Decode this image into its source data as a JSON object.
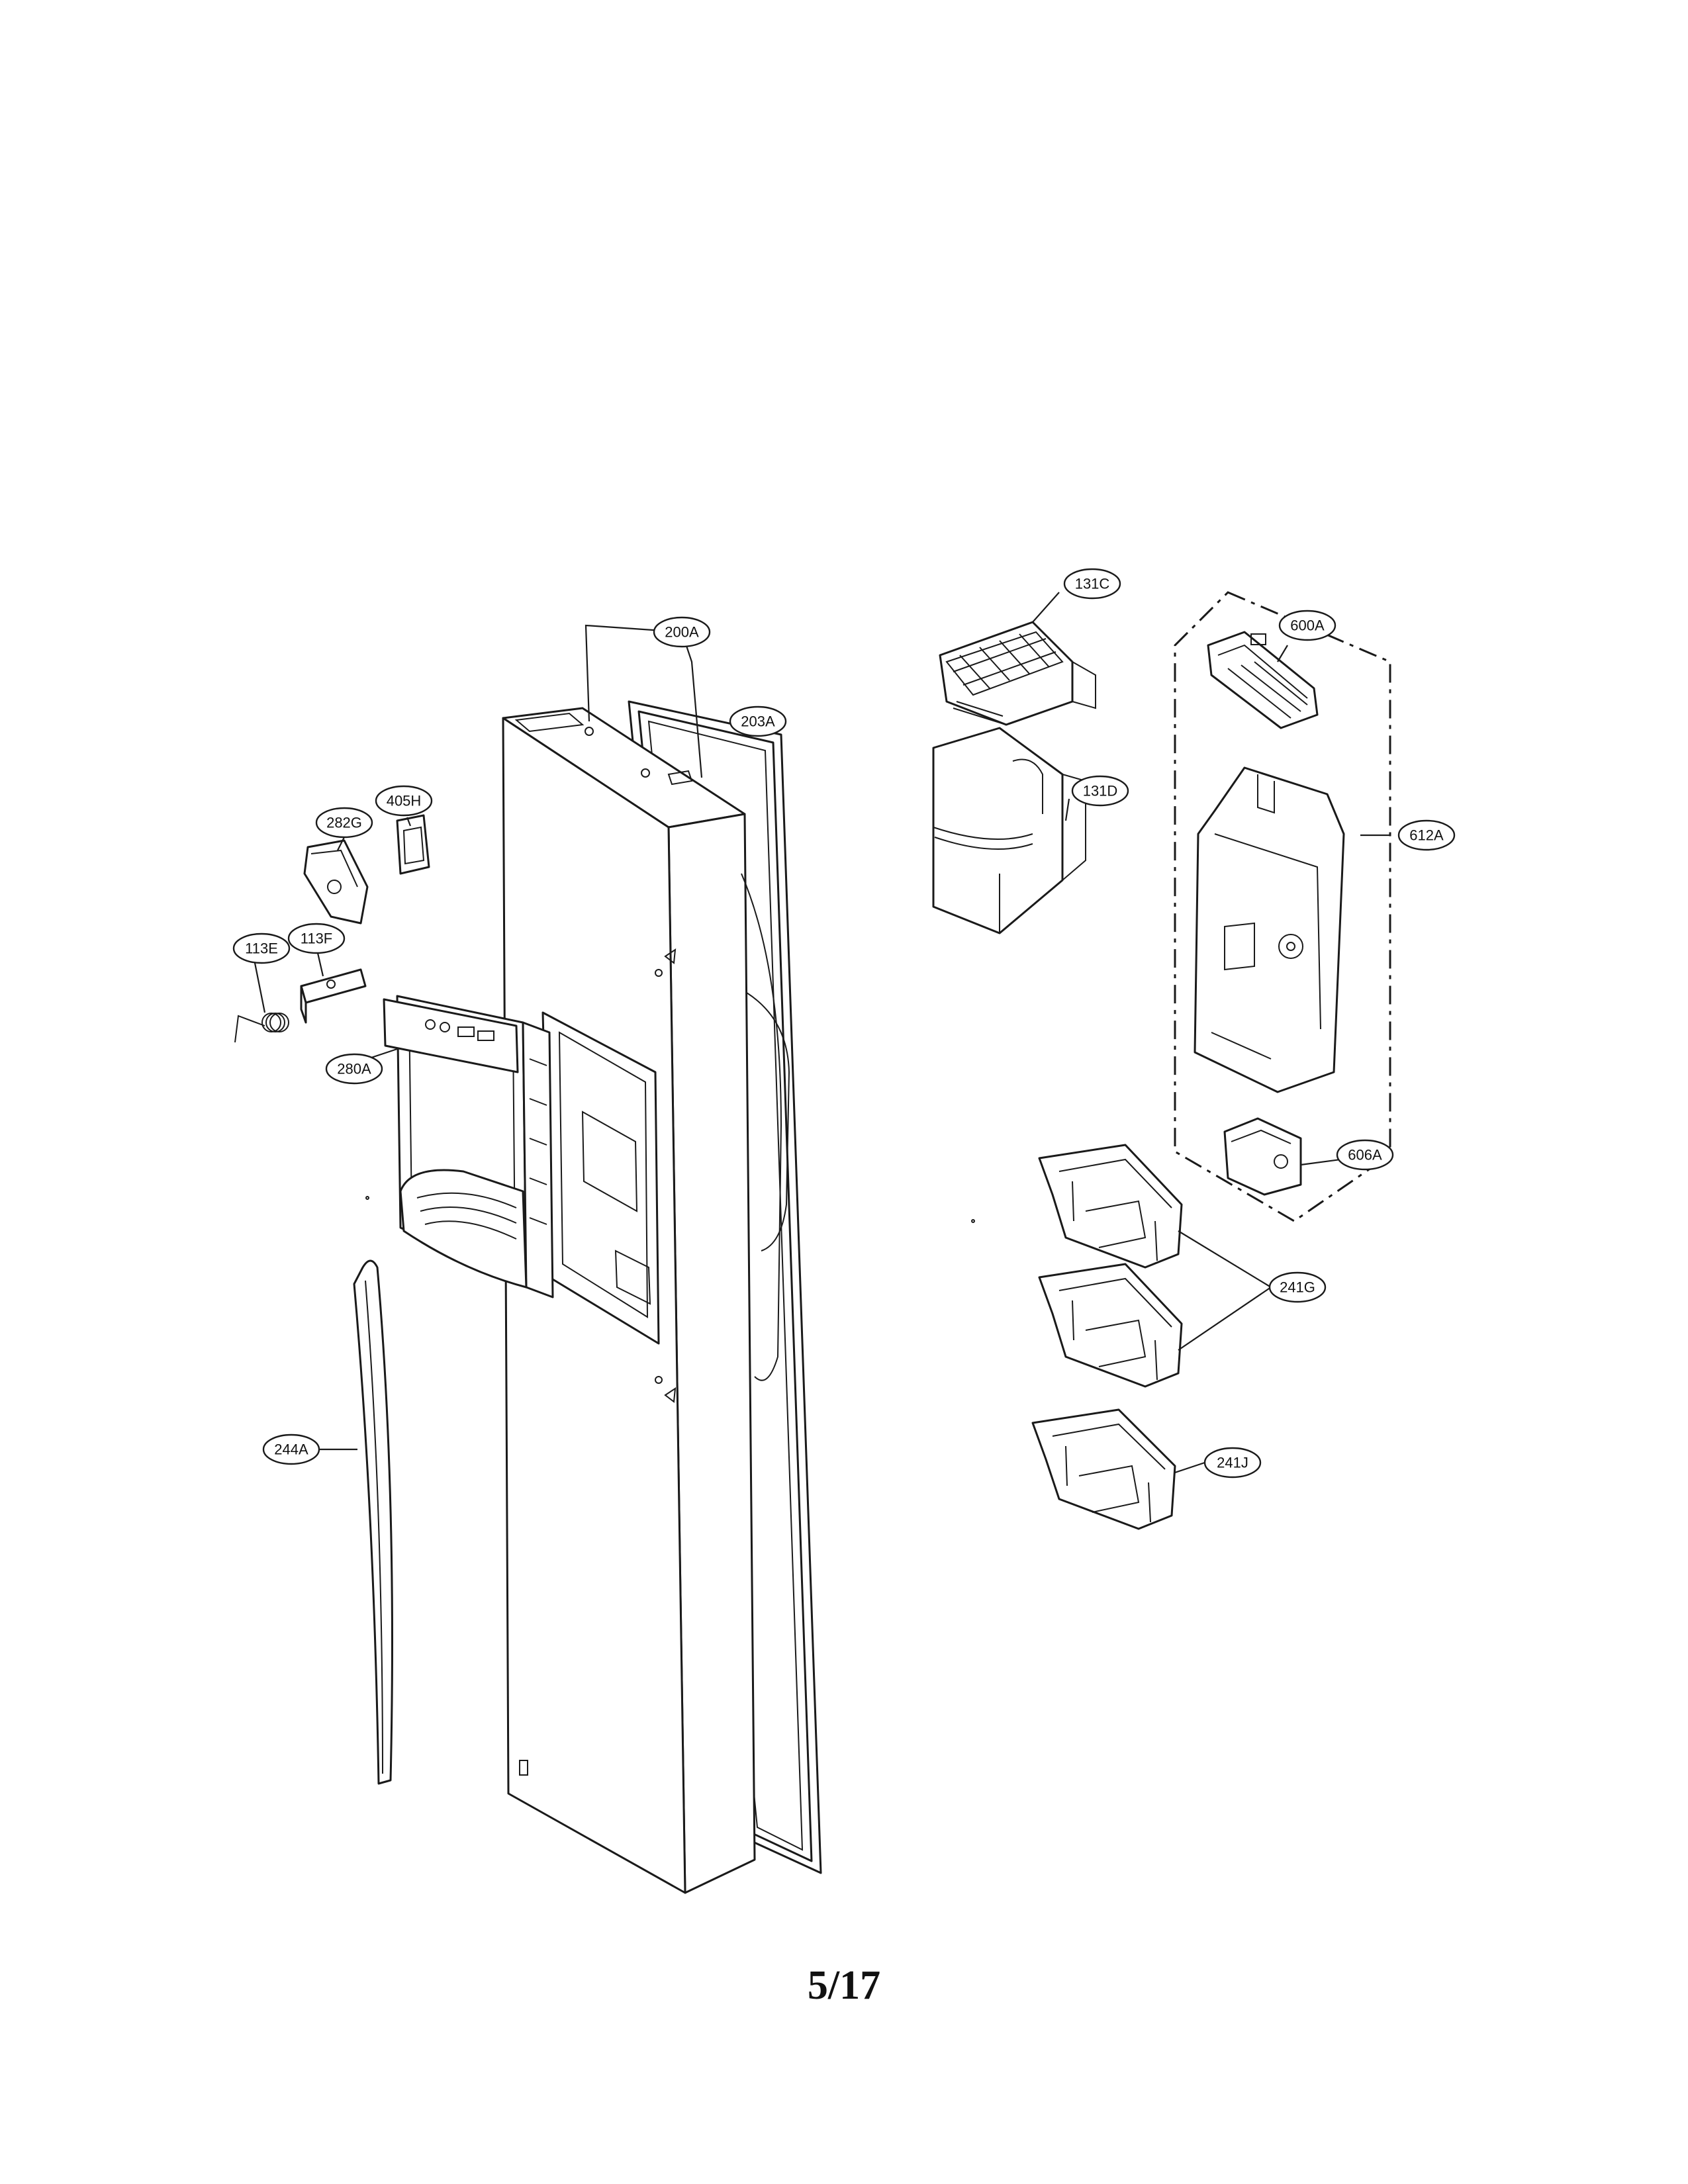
{
  "page_number": "5/17",
  "callouts": {
    "c200A": "200A",
    "c203A": "203A",
    "c131C": "131C",
    "c131D": "131D",
    "c600A": "600A",
    "c612A": "612A",
    "c606A": "606A",
    "c405H": "405H",
    "c282G": "282G",
    "c113E": "113E",
    "c113F": "113F",
    "c280A": "280A",
    "c244A": "244A",
    "c241G": "241G",
    "c241J": "241J"
  },
  "colors": {
    "ink": "#1a1a1a",
    "paper": "#ffffff"
  }
}
